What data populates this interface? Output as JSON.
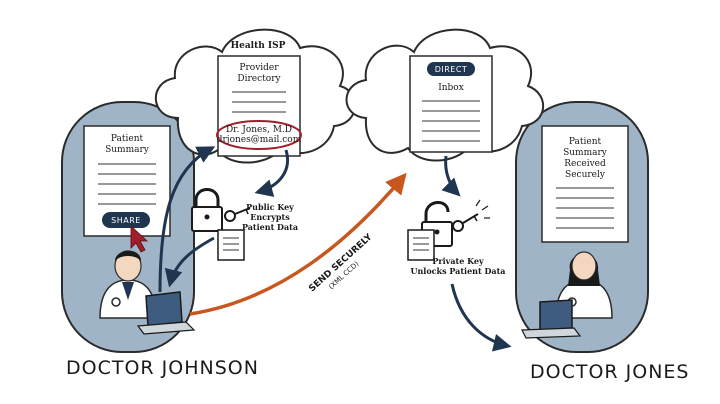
{
  "colors": {
    "pillar_fill": "#9fb4c6",
    "pillar_stroke": "#2b2b2b",
    "pill": "#1f3550",
    "arrow_dark": "#1f3550",
    "arrow_orange": "#c8571e",
    "highlight_oval": "#a01f2a"
  },
  "left_pillar": {
    "doc_title_line1": "Patient",
    "doc_title_line2": "Summary",
    "share_button": "SHARE",
    "person_name": "DOCTOR JOHNSON"
  },
  "right_pillar": {
    "doc_title_line1": "Patient",
    "doc_title_line2": "Summary",
    "doc_title_line3": "Received",
    "doc_title_line4": "Securely",
    "person_name": "DOCTOR JONES"
  },
  "cloud_left": {
    "title": "Health ISP",
    "doc_title_line1": "Provider",
    "doc_title_line2": "Directory",
    "entry_name": "Dr. Jones, M.D",
    "entry_email": "drjones@mail.com"
  },
  "cloud_right": {
    "pill_label": "DIRECT",
    "doc_title": "Inbox"
  },
  "public_key": {
    "line1": "Public Key",
    "line2": "Encrypts",
    "line3": "Patient Data"
  },
  "private_key": {
    "line1": "Private Key",
    "line2": "Unlocks Patient Data"
  },
  "send": {
    "label": "SEND SECURELY",
    "sub": "(XML CCD)"
  }
}
